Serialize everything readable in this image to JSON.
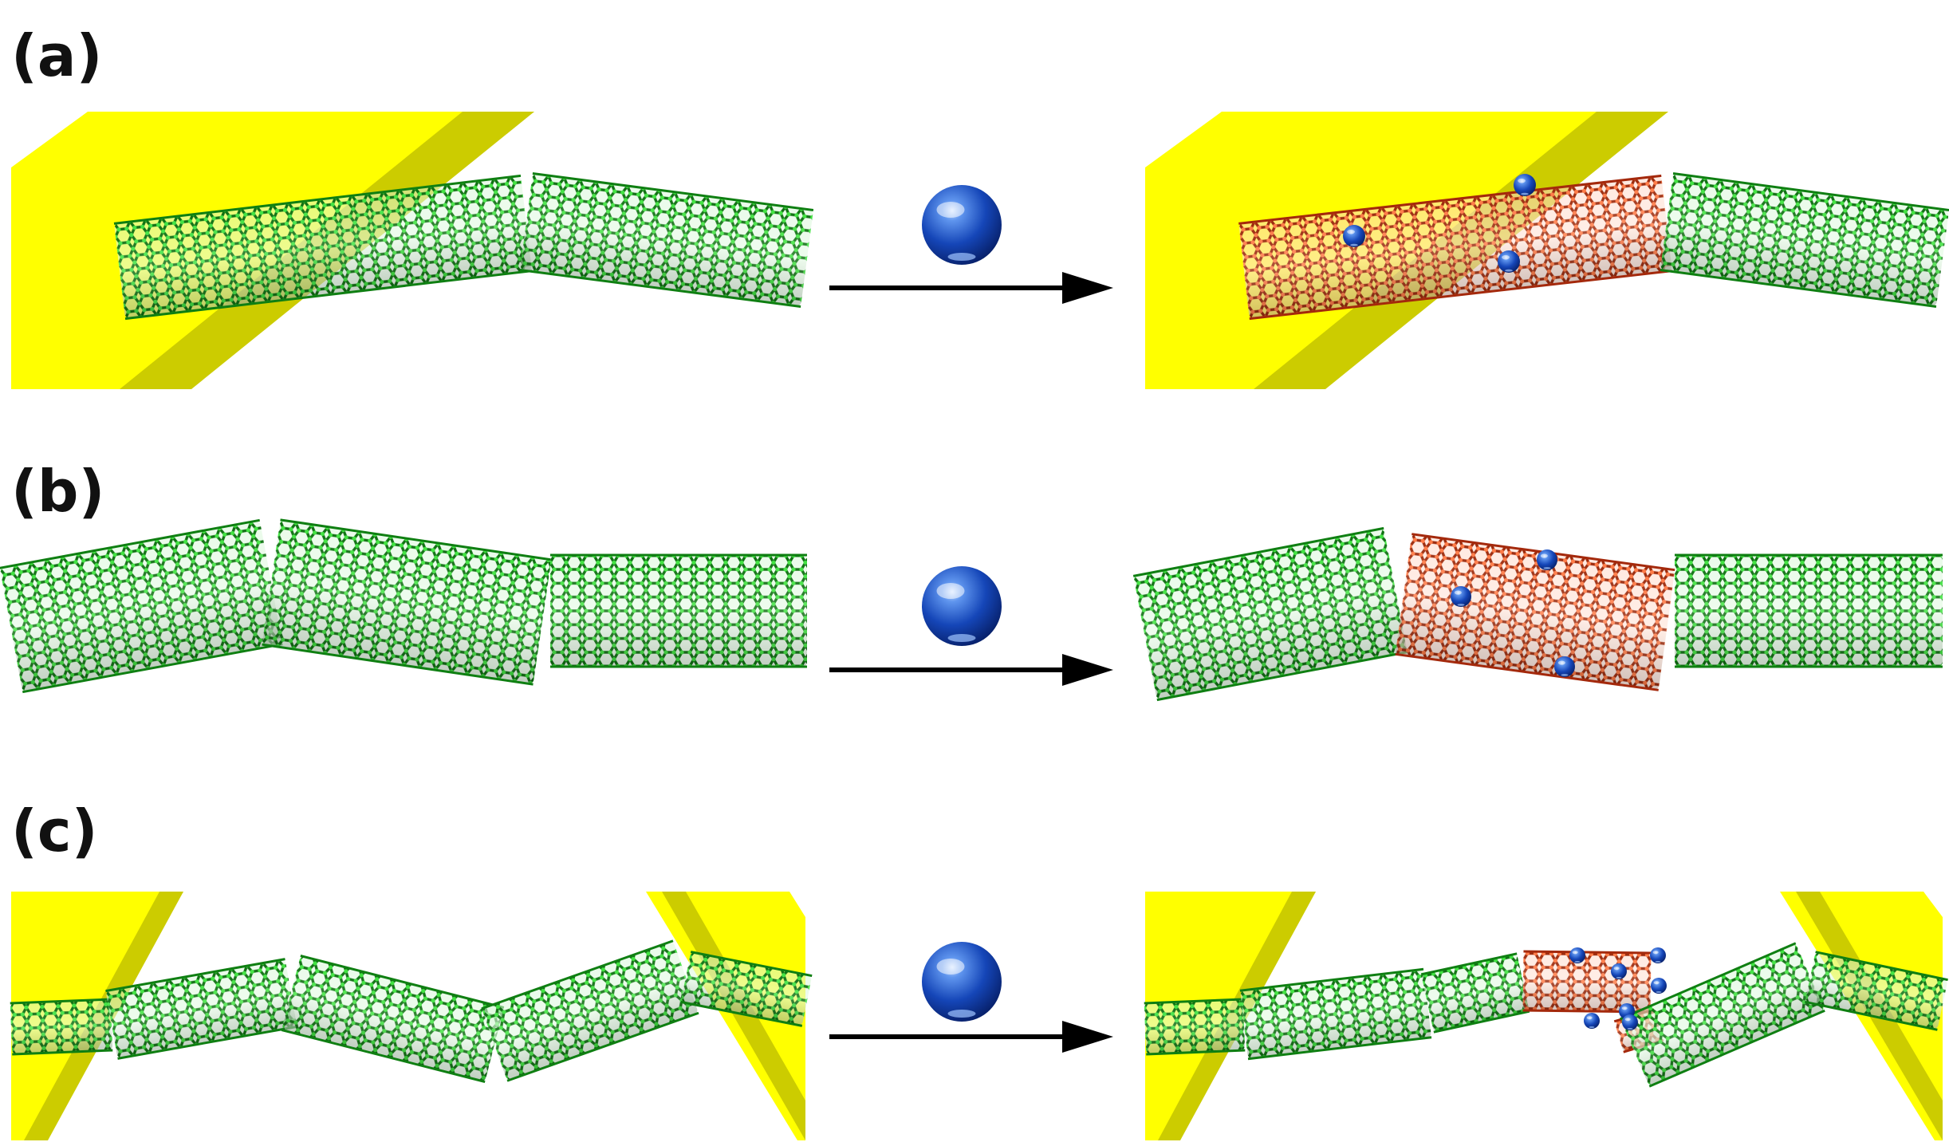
{
  "panels": [
    {
      "label": "(a)"
    },
    {
      "label": "(b)"
    },
    {
      "label": "(c)"
    }
  ],
  "colors": {
    "electrode": "#ffff00",
    "electrode_edge": "#cccc00",
    "tube_pristine": "#27c527",
    "tube_pristine_dark": "#0f7f12",
    "tube_reacted": "#e8542a",
    "tube_reacted_dark": "#a4290c",
    "molecule": "#1f5fd3",
    "arrow": "#000000"
  },
  "icons": {
    "molecule": "blue-sphere-icon",
    "arrow": "right-arrow-icon"
  }
}
